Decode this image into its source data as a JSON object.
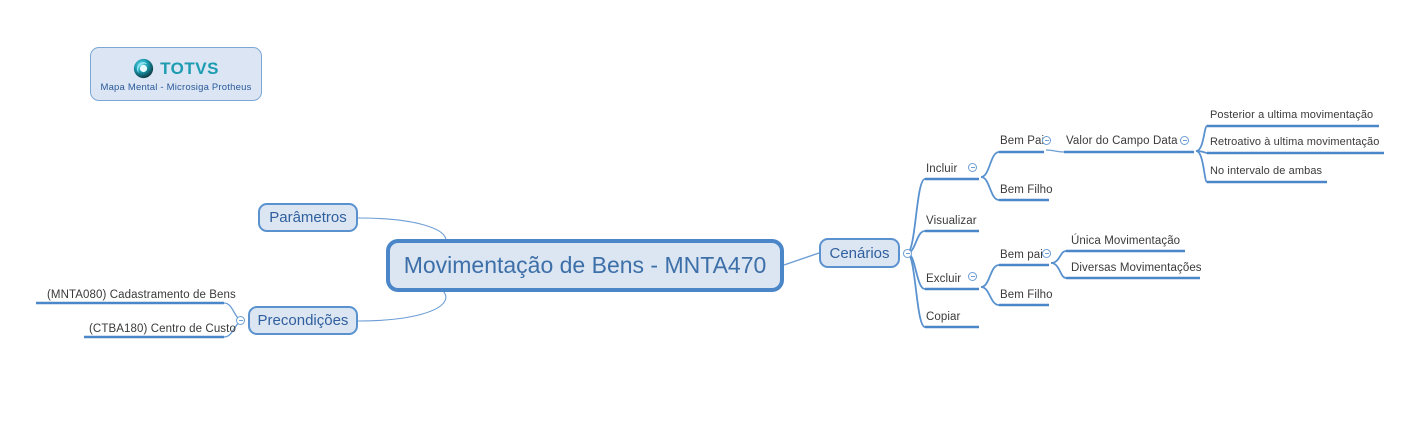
{
  "legend": {
    "logo_icon": "totvs-circle-logo-icon",
    "brand": "TOTVS",
    "subtitle": "Mapa Mental - Microsiga Protheus"
  },
  "colors": {
    "background": "#ffffff",
    "node_fill": "#dce6f2",
    "node_border": "#5a92cf",
    "central_border": "#4a86c8",
    "node_text": "#2f5f9e",
    "leaf_text": "#3a3a3a",
    "underline": "#4a86c8",
    "connector": "#6c9dd4",
    "brand_teal": "#1b9cb0",
    "legend_fill": "#dbe5f3"
  },
  "central": {
    "label": "Movimentação de Bens - MNTA470"
  },
  "branches": {
    "parametros": {
      "label": "Parâmetros"
    },
    "precondicoes": {
      "label": "Precondições",
      "marker_icon": "collapse-minus-icon",
      "children": [
        {
          "label": "(MNTA080) Cadastramento de Bens"
        },
        {
          "label": "(CTBA180) Centro de Custo"
        }
      ]
    },
    "cenarios": {
      "label": "Cenários",
      "marker_icon": "collapse-minus-icon",
      "children": [
        {
          "label": "Incluir",
          "marker_icon": "collapse-minus-icon",
          "children": [
            {
              "label": "Bem Pai",
              "marker_icon": "collapse-minus-icon",
              "children": [
                {
                  "label": "Valor do Campo Data",
                  "marker_icon": "collapse-minus-icon",
                  "children": [
                    {
                      "label": "Posterior a ultima movimentação"
                    },
                    {
                      "label": "Retroativo à ultima movimentação"
                    },
                    {
                      "label": "No intervalo de ambas"
                    }
                  ]
                }
              ]
            },
            {
              "label": "Bem Filho"
            }
          ]
        },
        {
          "label": "Visualizar"
        },
        {
          "label": "Excluir",
          "marker_icon": "collapse-minus-icon",
          "children": [
            {
              "label": "Bem pai",
              "marker_icon": "collapse-minus-icon",
              "children": [
                {
                  "label": "Única Movimentação"
                },
                {
                  "label": "Diversas Movimentações"
                }
              ]
            },
            {
              "label": "Bem Filho"
            }
          ]
        },
        {
          "label": "Copiar"
        }
      ]
    }
  }
}
